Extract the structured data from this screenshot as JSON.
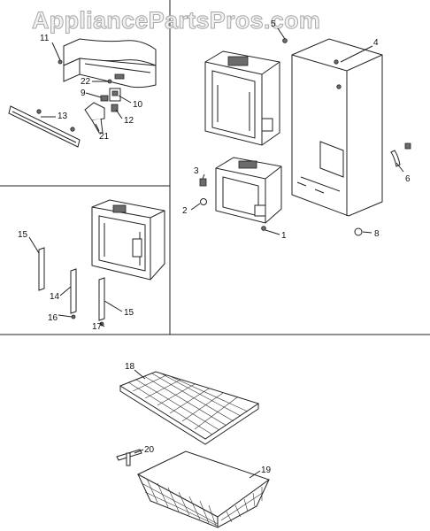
{
  "watermark": "AppliancePartsPros.com",
  "callouts": {
    "c1": "1",
    "c2": "2",
    "c3": "3",
    "c4": "4",
    "c5": "5",
    "c6": "6",
    "c8": "8",
    "c9": "9",
    "c10": "10",
    "c11": "11",
    "c12": "12",
    "c13": "13",
    "c14": "14",
    "c15a": "15",
    "c15b": "15",
    "c16": "16",
    "c17": "17",
    "c18": "18",
    "c19": "19",
    "c20": "20",
    "c21": "21",
    "c22": "22"
  }
}
